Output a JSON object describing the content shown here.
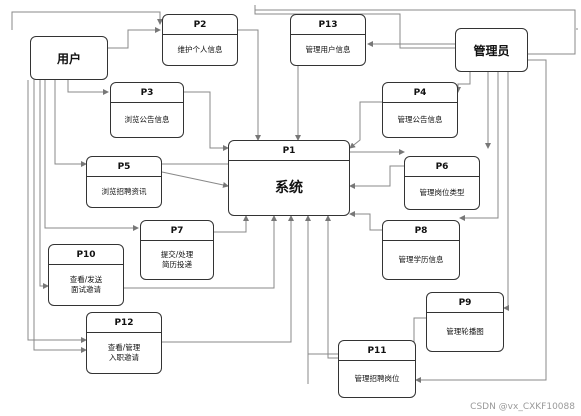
{
  "entities": {
    "user": "用户",
    "admin": "管理员"
  },
  "processes": {
    "p1": {
      "id": "P1",
      "label": "系统"
    },
    "p2": {
      "id": "P2",
      "label": "维护个人信息"
    },
    "p3": {
      "id": "P3",
      "label": "浏览公告信息"
    },
    "p4": {
      "id": "P4",
      "label": "管理公告信息"
    },
    "p5": {
      "id": "P5",
      "label": "浏览招聘资讯"
    },
    "p6": {
      "id": "P6",
      "label": "管理岗位类型"
    },
    "p7": {
      "id": "P7",
      "label": "提交/处理\n简历投递"
    },
    "p8": {
      "id": "P8",
      "label": "管理学历信息"
    },
    "p9": {
      "id": "P9",
      "label": "管理轮播图"
    },
    "p10": {
      "id": "P10",
      "label": "查看/发送\n面试邀请"
    },
    "p11": {
      "id": "P11",
      "label": "管理招聘岗位"
    },
    "p12": {
      "id": "P12",
      "label": "查看/管理\n入职邀请"
    },
    "p13": {
      "id": "P13",
      "label": "管理用户信息"
    }
  },
  "watermark": "CSDN @vx_CXKF10088"
}
